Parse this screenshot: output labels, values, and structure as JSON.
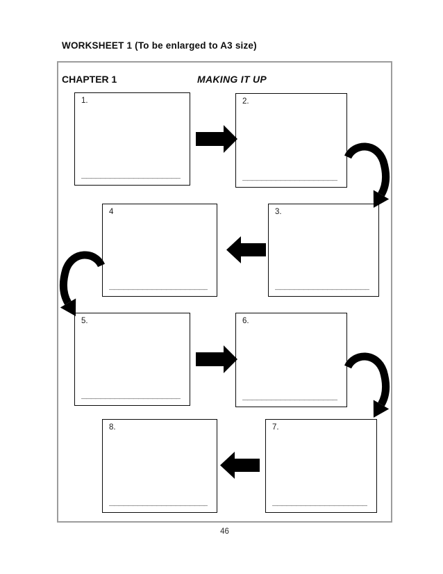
{
  "header": {
    "worksheet_title": "WORKSHEET 1 (To be enlarged to A3 size)",
    "chapter": "CHAPTER 1",
    "subtitle": "MAKING IT UP"
  },
  "panels": [
    {
      "label": "1."
    },
    {
      "label": "2."
    },
    {
      "label": "3."
    },
    {
      "label": "4"
    },
    {
      "label": "5."
    },
    {
      "label": "6."
    },
    {
      "label": "7."
    },
    {
      "label": "8."
    }
  ],
  "blank_line": "__________________________",
  "footer": {
    "page_number": "46"
  },
  "icons": {
    "arrow_right": "right-block-arrow",
    "arrow_left": "left-block-arrow",
    "curved_arrow_right": "clockwise-curved-arrow",
    "curved_arrow_left": "counterclockwise-curved-arrow"
  },
  "colors": {
    "ink": "#000000",
    "frame_border": "#9c9c9c",
    "panel_border": "#0a0a0a"
  }
}
